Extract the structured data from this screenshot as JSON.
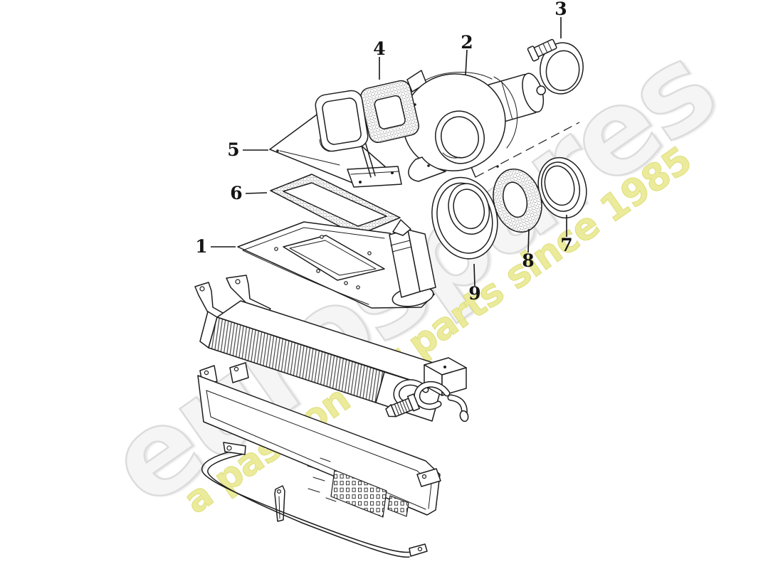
{
  "diagram": {
    "callouts": [
      {
        "number": "1"
      },
      {
        "number": "2"
      },
      {
        "number": "3"
      },
      {
        "number": "4"
      },
      {
        "number": "5"
      },
      {
        "number": "6"
      },
      {
        "number": "7"
      },
      {
        "number": "8"
      },
      {
        "number": "9"
      }
    ]
  },
  "watermark": {
    "brand": "eurospares",
    "tagline": "a passion for parts since 1985",
    "brand_color": "#ececec",
    "tagline_color": "#e9e993"
  },
  "canvas": {
    "background": "#ffffff",
    "line_color": "#1d1d1d"
  }
}
